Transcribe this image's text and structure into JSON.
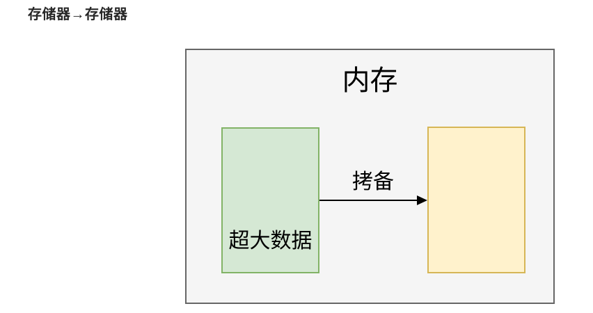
{
  "page": {
    "heading": "存储器→存储器",
    "background": "#ffffff"
  },
  "diagram": {
    "container": {
      "label": "内存",
      "fill": "#f5f5f5",
      "border": "#666666"
    },
    "source_box": {
      "label": "超大数据",
      "fill": "#d5e8d4",
      "border": "#82b366"
    },
    "target_box": {
      "fill": "#fff2cc",
      "border": "#d6b656"
    },
    "arrow": {
      "label": "拷备",
      "color": "#000000"
    }
  }
}
